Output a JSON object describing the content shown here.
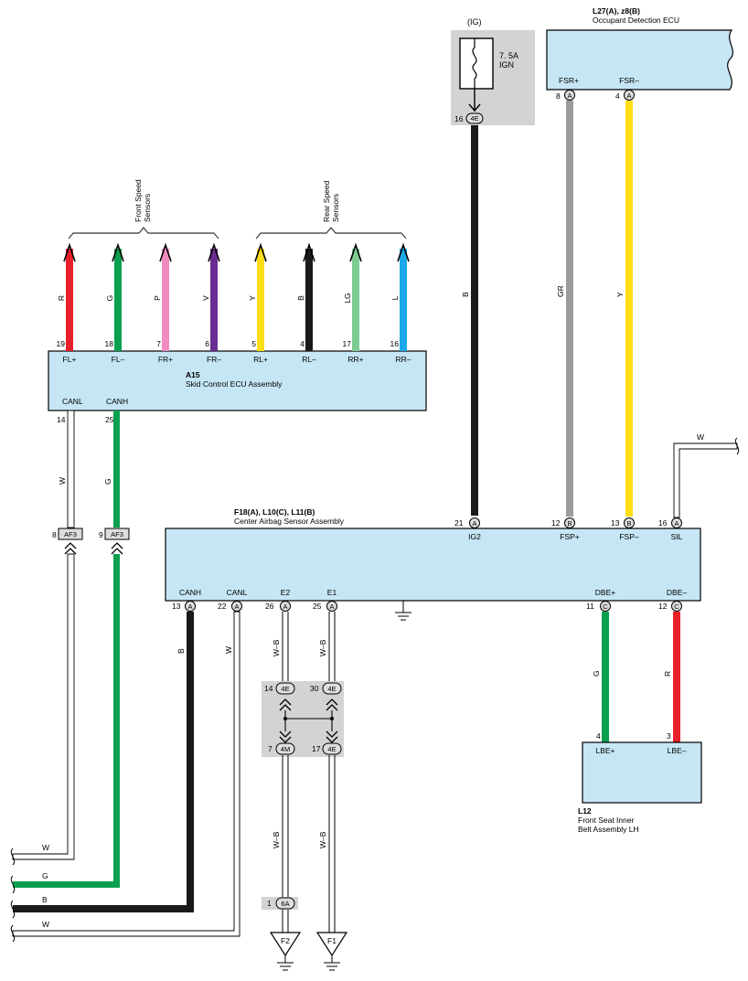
{
  "components": {
    "skid": {
      "code": "A15",
      "name": "Skid Control ECU Assembly"
    },
    "airbag": {
      "code": "F18(A), L10(C), L11(B)",
      "name": "Center Airbag Sensor Assembly"
    },
    "occupant": {
      "code": "L27(A), z8(B)",
      "name": "Occupant Detection ECU"
    },
    "belt": {
      "code": "L12",
      "name_line1": "Front Seat Inner",
      "name_line2": "Belt Assembly LH"
    }
  },
  "fuse": {
    "circuit": "(IG)",
    "rating": "7. 5A",
    "name": "IGN",
    "pin": "16",
    "connector": "4E"
  },
  "groups": {
    "front_line1": "Front Speed",
    "front_line2": "Sensors",
    "rear_line1": "Rear Speed",
    "rear_line2": "Sensors"
  },
  "speed_wires": [
    {
      "color_code": "R",
      "pin": "19",
      "terminal": "FL+",
      "hex": "#e8202a"
    },
    {
      "color_code": "G",
      "pin": "18",
      "terminal": "FL–",
      "hex": "#0ba04f"
    },
    {
      "color_code": "P",
      "pin": "7",
      "terminal": "FR+",
      "hex": "#f08cc0"
    },
    {
      "color_code": "V",
      "pin": "6",
      "terminal": "FR–",
      "hex": "#6a2c91"
    },
    {
      "color_code": "Y",
      "pin": "5",
      "terminal": "RL+",
      "hex": "#ffde17"
    },
    {
      "color_code": "B",
      "pin": "4",
      "terminal": "RL–",
      "hex": "#1a1a1a"
    },
    {
      "color_code": "LG",
      "pin": "17",
      "terminal": "RR+",
      "hex": "#7ccb92"
    },
    {
      "color_code": "L",
      "pin": "16",
      "terminal": "RR–",
      "hex": "#1ba7e8"
    }
  ],
  "skid_can": [
    {
      "terminal": "CANL",
      "pin": "14",
      "color_code": "W",
      "junction_pin": "8",
      "junction": "AF3"
    },
    {
      "terminal": "CANH",
      "pin": "25",
      "color_code": "G",
      "junction_pin": "9",
      "junction": "AF3"
    }
  ],
  "occupant_pins": [
    {
      "terminal": "FSR+",
      "pin": "8",
      "conn": "A",
      "color_code": "GR"
    },
    {
      "terminal": "FSR–",
      "pin": "4",
      "conn": "A",
      "color_code": "Y"
    }
  ],
  "airbag_top": [
    {
      "terminal": "IG2",
      "pin": "21",
      "conn": "A",
      "color_code": "B"
    },
    {
      "terminal": "FSP+",
      "pin": "12",
      "conn": "B"
    },
    {
      "terminal": "FSP–",
      "pin": "13",
      "conn": "B"
    },
    {
      "terminal": "SIL",
      "pin": "16",
      "conn": "A",
      "color_code": "W"
    }
  ],
  "airbag_bottom": [
    {
      "terminal": "CANH",
      "pin": "13",
      "conn": "A",
      "color_code": "B"
    },
    {
      "terminal": "CANL",
      "pin": "22",
      "conn": "A",
      "color_code": "W"
    },
    {
      "terminal": "E2",
      "pin": "26",
      "conn": "A",
      "color_code": "W–B"
    },
    {
      "terminal": "E1",
      "pin": "25",
      "conn": "A",
      "color_code": "W–B"
    },
    {
      "terminal": "DBE+",
      "pin": "11",
      "conn": "C",
      "color_code": "G"
    },
    {
      "terminal": "DBE–",
      "pin": "12",
      "conn": "C",
      "color_code": "R"
    }
  ],
  "belt_pins": [
    {
      "terminal": "LBE+",
      "pin": "4"
    },
    {
      "terminal": "LBE–",
      "pin": "3"
    }
  ],
  "junctions": {
    "j1_pin": "14",
    "j1": "4E",
    "j2_pin": "30",
    "j2": "4E",
    "j3_pin": "7",
    "j3": "4M",
    "j4_pin": "17",
    "j4": "4E",
    "j5_pin": "1",
    "j5": "6A",
    "lower_left_code": "W–B",
    "lower_right_code": "W–B"
  },
  "grounds": {
    "left": "F2",
    "right": "F1"
  },
  "offpage": [
    {
      "color_code": "W"
    },
    {
      "color_code": "G"
    },
    {
      "color_code": "B"
    },
    {
      "color_code": "W"
    }
  ],
  "sil_offpage_code": "W",
  "colors": {
    "box_fill": "#c6e6f5",
    "gray": "#9b9b9b",
    "yellow": "#ffde17",
    "green": "#0ba04f",
    "red": "#e8202a",
    "black": "#1a1a1a",
    "shade": "#d3d3d3"
  }
}
